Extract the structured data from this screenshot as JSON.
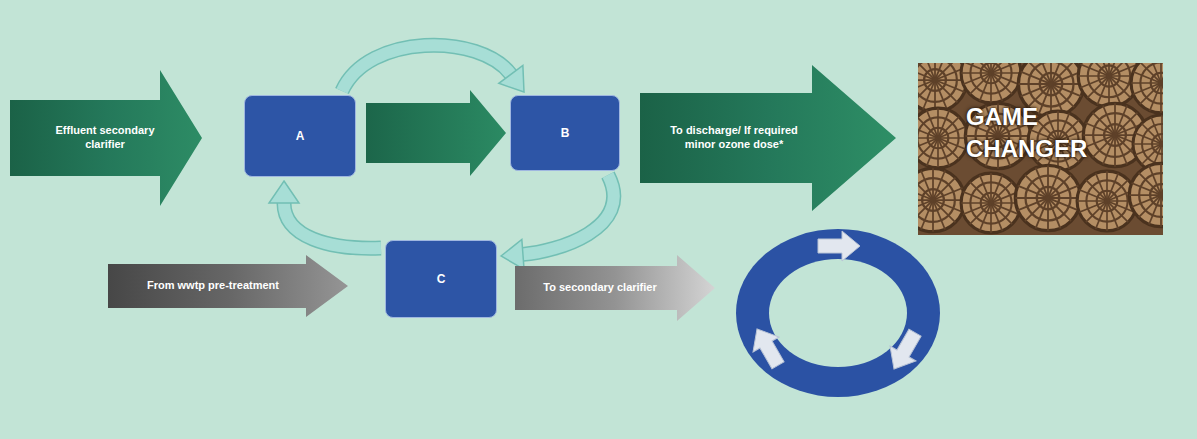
{
  "diagram": {
    "nodes": [
      {
        "text": [
          "Effluent secondary clarifier"
        ]
      },
      {
        "text": [
          "A"
        ]
      },
      {
        "text": [
          "B"
        ]
      },
      {
        "text": [
          "To discharge/ If required minor ozone dose*"
        ]
      },
      {
        "text": [
          "GAME CHANGER"
        ]
      },
      {
        "text": [
          "From wwtp pre-treatment"
        ]
      },
      {
        "text": [
          "C"
        ]
      },
      {
        "text": [
          "To secondary clarifier"
        ]
      }
    ],
    "edges": [
      {
        "from": 1,
        "to": 2,
        "arrow": "to"
      },
      {
        "from": 1,
        "to": 2,
        "arrow": "to"
      },
      {
        "from": 2,
        "to": 6,
        "arrow": "to"
      },
      {
        "from": 6,
        "to": 1,
        "arrow": "to"
      }
    ]
  }
}
